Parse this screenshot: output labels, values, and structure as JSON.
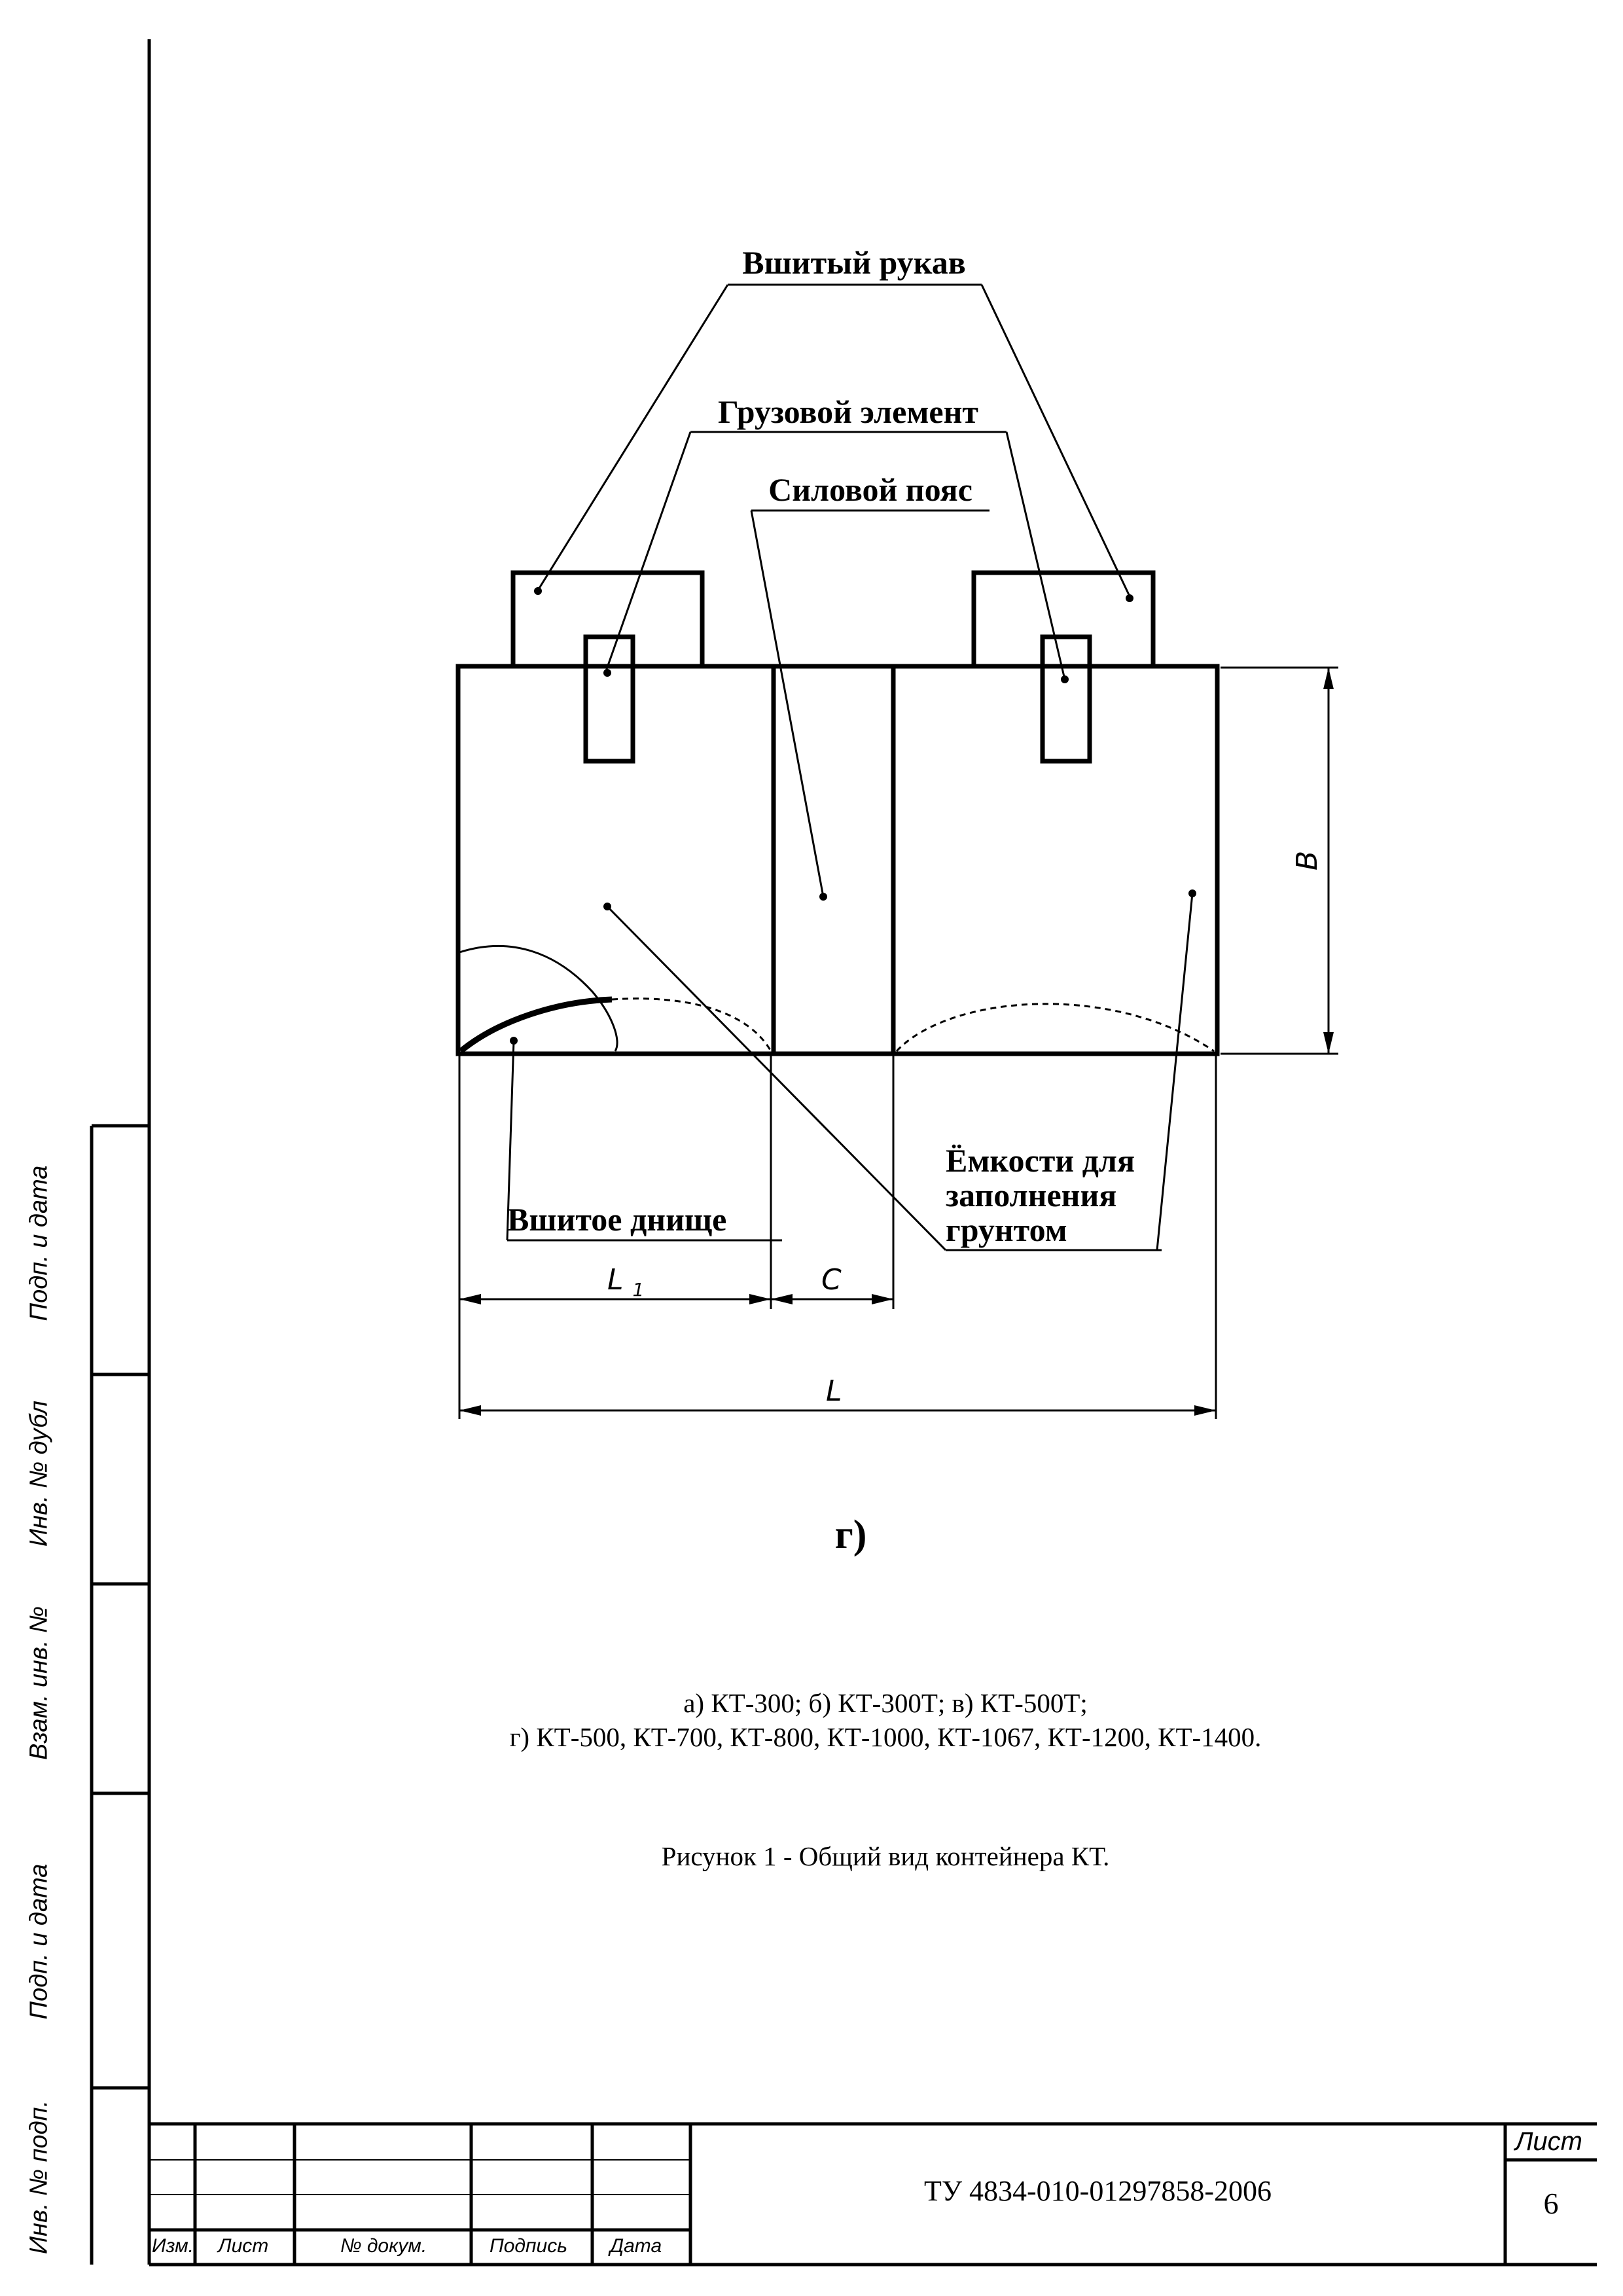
{
  "figure": {
    "labels": {
      "sewn_sleeve": "Вшитый рукав",
      "cargo_element": "Грузовой элемент",
      "power_belt": "Силовой пояс",
      "containers_line1": "Ёмкости для",
      "containers_line2": "заполнения",
      "containers_line3": "грунтом",
      "sewn_bottom": "Вшитое днище"
    },
    "dimensions": {
      "L1": "L",
      "L1_sub": "1",
      "C": "C",
      "L": "L",
      "B": "B"
    },
    "letter": "г)"
  },
  "caption": {
    "line1": "а) КТ-300; б) КТ-300Т; в) КТ-500Т;",
    "line2": "г) КТ-500, КТ-700, КТ-800, КТ-1000, КТ-1067, КТ-1200, КТ-1400.",
    "figure_title": "Рисунок 1 -  Общий вид контейнера КТ."
  },
  "side_stamp": {
    "labels": [
      "Подп. и дата",
      "Инв. № дубл",
      "Взам. инв. №",
      "Подп. и дата",
      "Инв. № подп."
    ]
  },
  "title_block": {
    "columns": [
      "Изм.",
      "Лист",
      "№ докум.",
      "Подпись",
      "Дата"
    ],
    "document_code": "ТУ 4834-010-01297858-2006",
    "sheet_label": "Лист",
    "sheet_number": "6"
  }
}
